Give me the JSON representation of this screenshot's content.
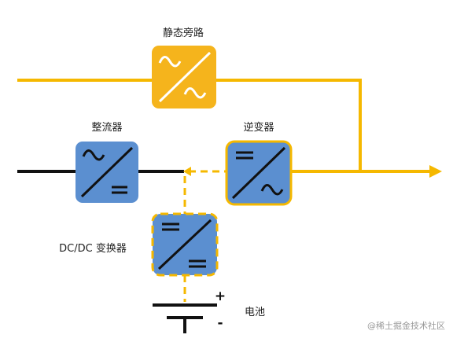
{
  "labels": {
    "static_bypass": "静态旁路",
    "rectifier": "整流器",
    "inverter": "逆变器",
    "dcdc_converter": "DC/DC 变换器",
    "battery": "电池",
    "battery_plus": "+",
    "battery_minus": "-"
  },
  "watermark": "@稀土掘金技术社区",
  "colors": {
    "ac_line": "#F5B800",
    "dc_line": "#111111",
    "converter_fill": "#5B8FD0",
    "bypass_fill": "#F5B41C",
    "highlight_border": "#F5B800"
  }
}
